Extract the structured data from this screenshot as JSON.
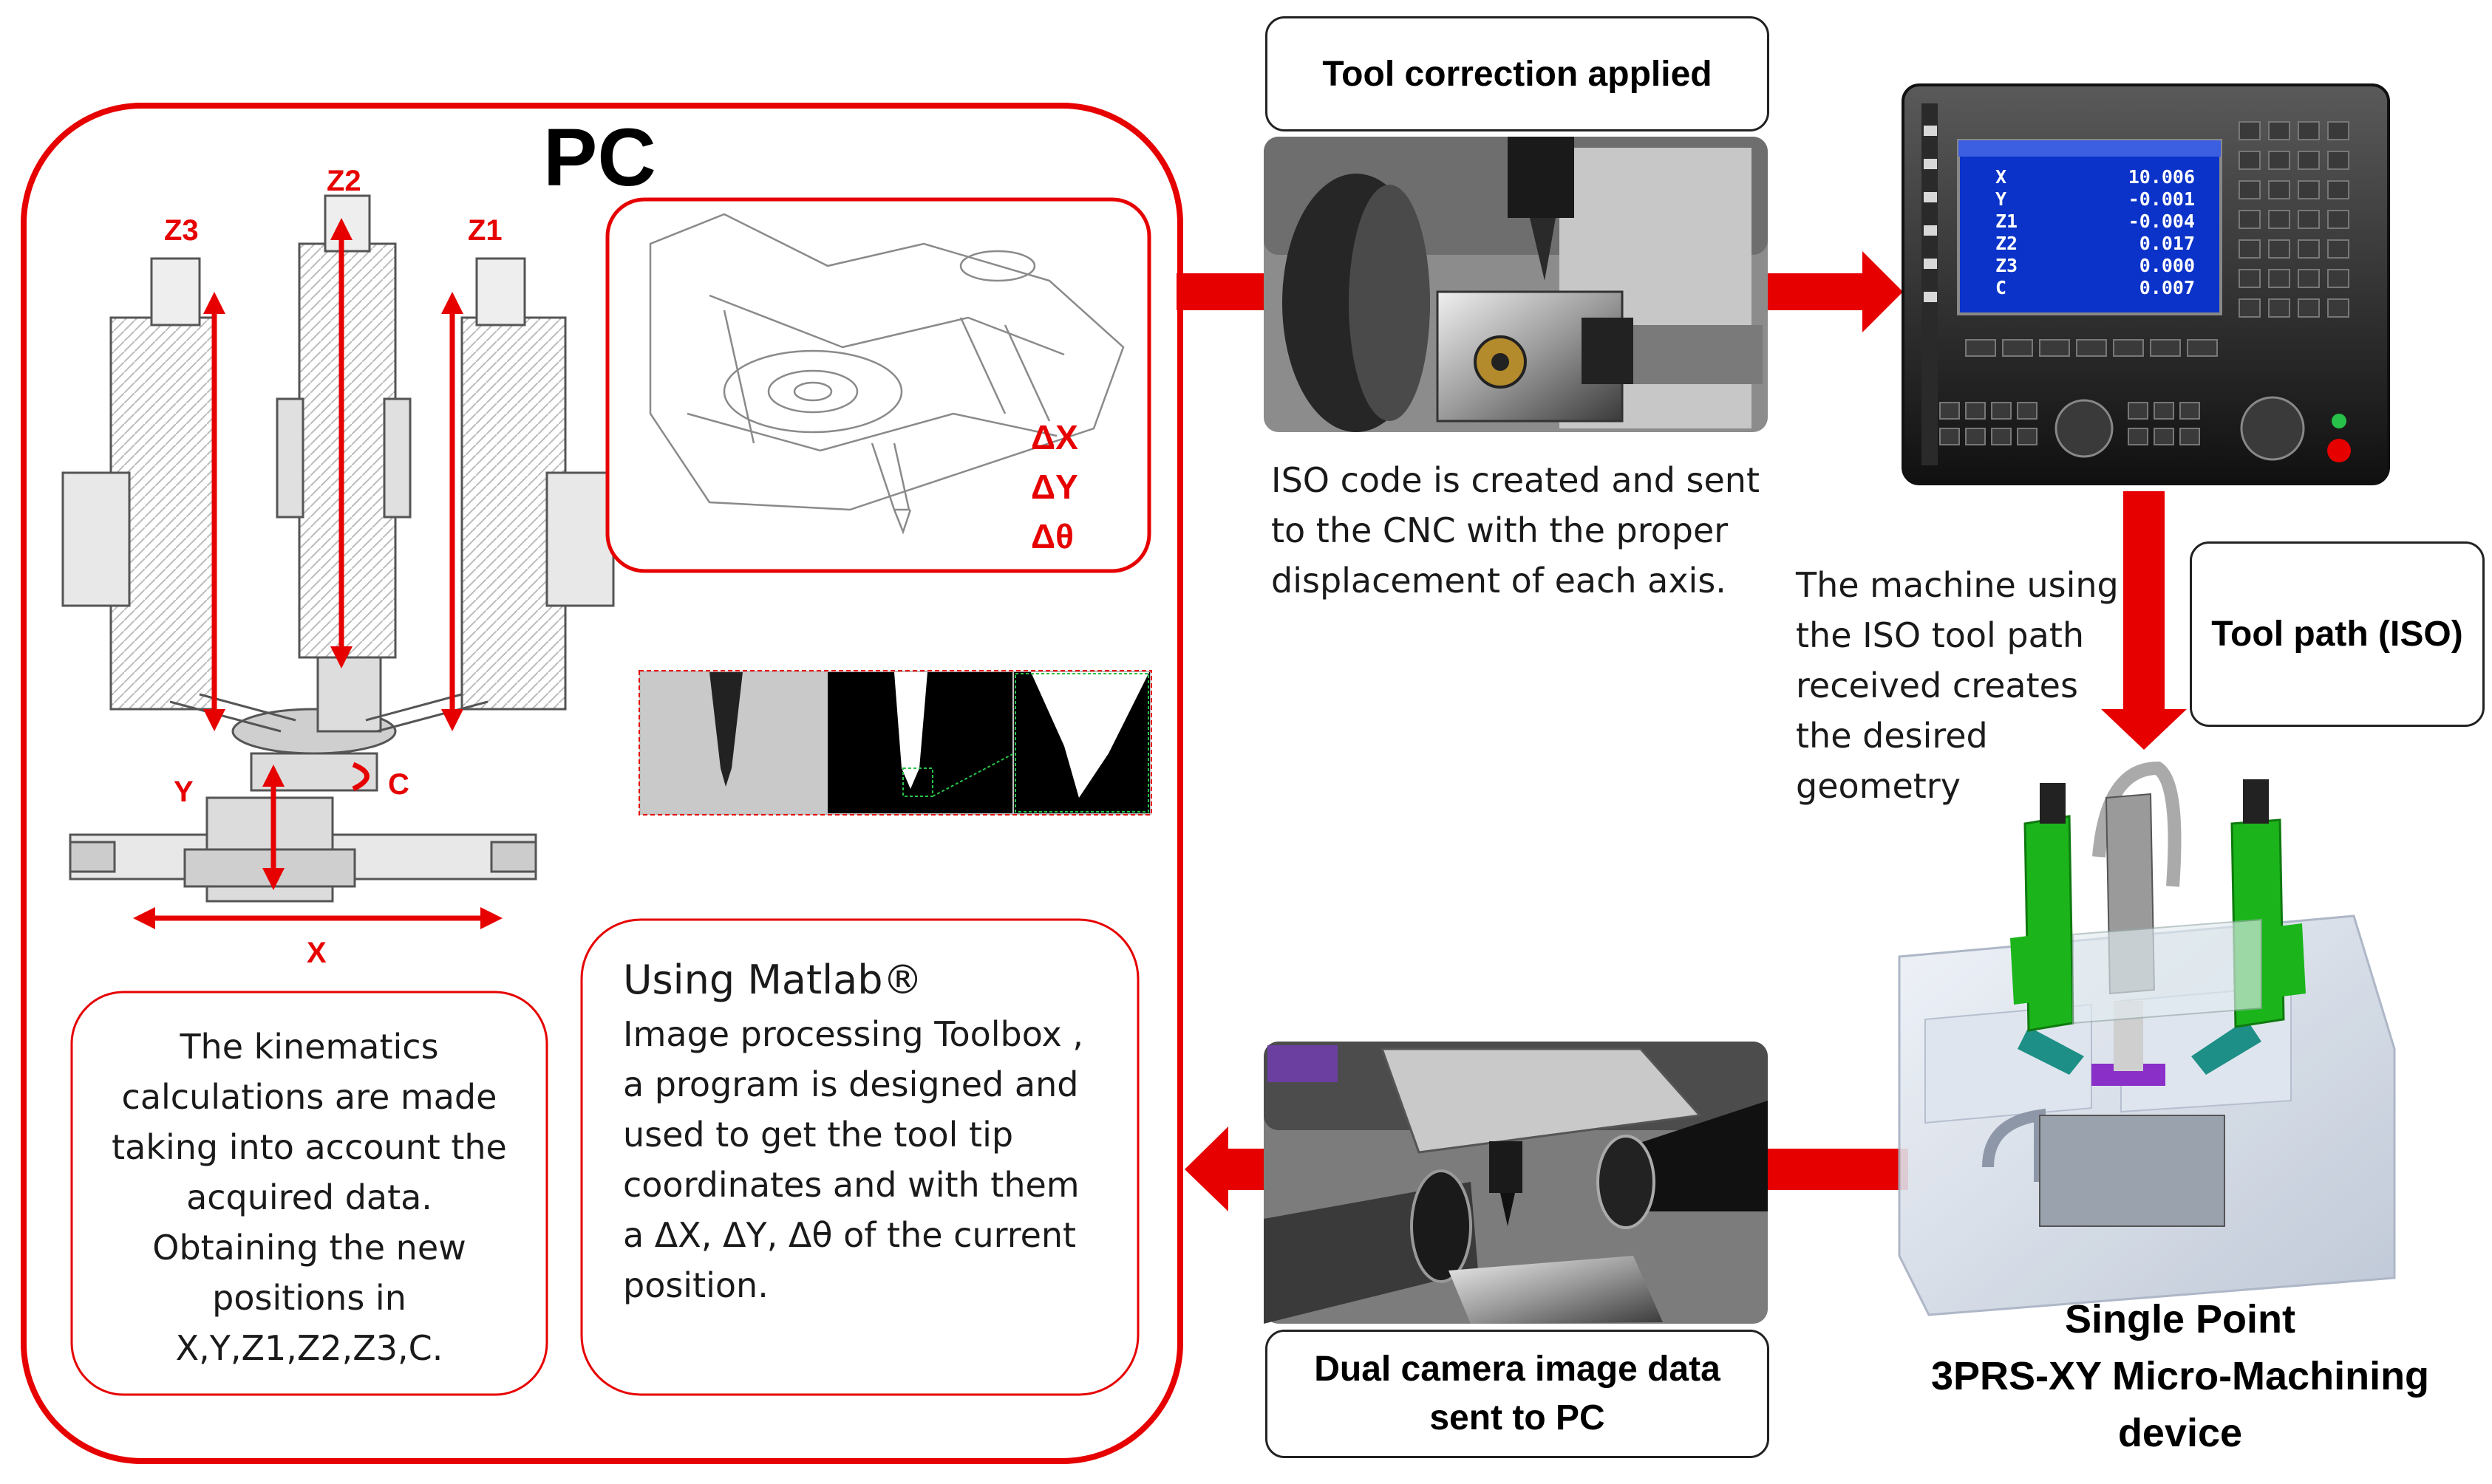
{
  "pc": {
    "title": "PC",
    "axes": {
      "z3": "Z3",
      "z2": "Z2",
      "z1": "Z1",
      "y": "Y",
      "c": "C",
      "x": "X"
    },
    "deltas": {
      "dx": "ΔX",
      "dy": "ΔY",
      "dtheta": "Δθ"
    },
    "kinematics_text": "The kinematics\ncalculations are made\ntaking into account the\nacquired data.\nObtaining the new\npositions in\nX,Y,Z1,Z2,Z3,C.",
    "matlab_title": "Using Matlab®",
    "matlab_text": "Image processing Toolbox ,\na program is designed and\nused to get the tool tip\ncoordinates and with them\na ΔX, ΔY, Δθ of the current\nposition."
  },
  "tool_correction_label": "Tool correction applied",
  "iso_code_text": "ISO code is created and sent\nto the CNC with the proper\ndisplacement of each axis.",
  "machine_text": "The machine using\nthe ISO tool path\nreceived creates\nthe desired\ngeometry",
  "tool_path_label": "Tool path (ISO)",
  "camera_label": "Dual camera image data\nsent to PC",
  "device_title": "Single Point\n3PRS-XY Micro-Machining\ndevice",
  "cnc_screen": {
    "rows": [
      {
        "axis": "X",
        "value": "10.006"
      },
      {
        "axis": "Y",
        "value": "-0.001"
      },
      {
        "axis": "Z1",
        "value": "-0.004"
      },
      {
        "axis": "Z2",
        "value": "0.017"
      },
      {
        "axis": "Z3",
        "value": "0.000"
      },
      {
        "axis": "C",
        "value": "0.007"
      }
    ]
  },
  "colors": {
    "accent_red": "#e60000",
    "cnc_screen_blue": "#0b33c9",
    "machine_green": "#1bb51b"
  }
}
